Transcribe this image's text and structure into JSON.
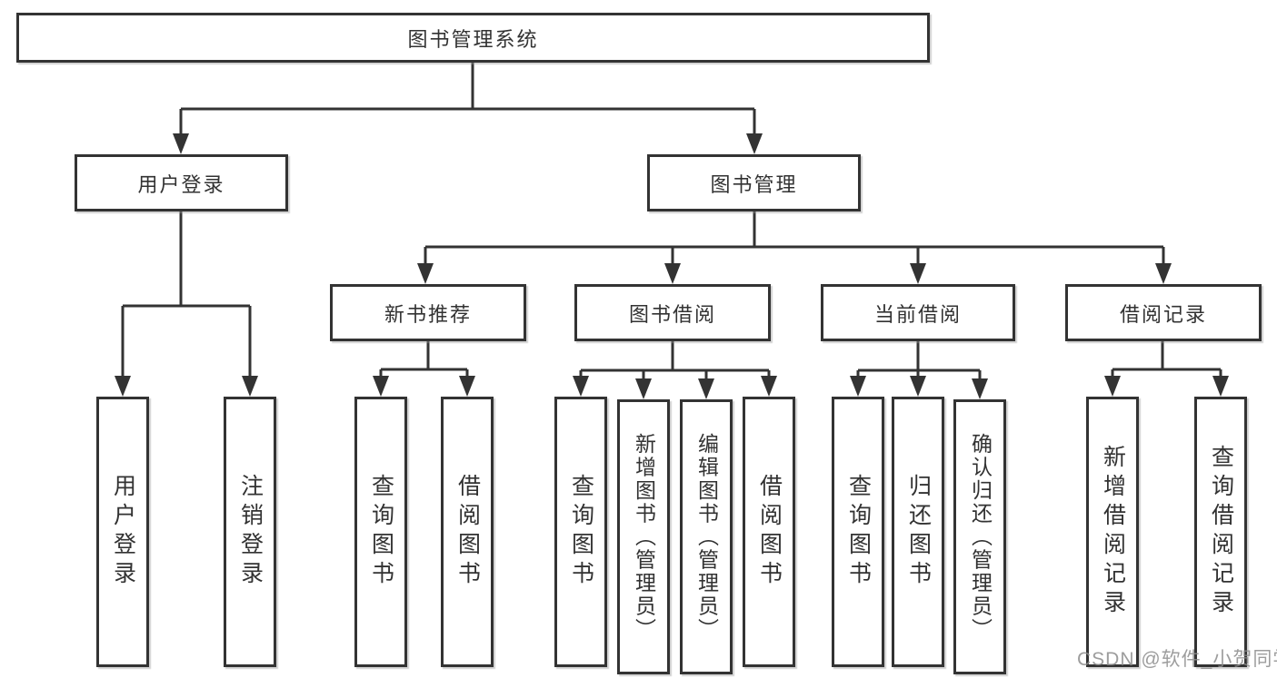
{
  "diagram": {
    "root": "图书管理系统",
    "level1": {
      "user_login": "用户登录",
      "book_management": "图书管理"
    },
    "level2": {
      "new_book_recommendation": "新书推荐",
      "book_borrowing": "图书借阅",
      "current_borrowing": "当前借阅",
      "borrowing_records": "借阅记录"
    },
    "leaves": {
      "user_login": "用户登录",
      "logout": "注销登录",
      "nb_query_books": "查询图书",
      "nb_borrow_books": "借阅图书",
      "bb_query_books": "查询图书",
      "bb_add_books_admin": "新增图书（管理员）",
      "bb_edit_books_admin": "编辑图书（管理员）",
      "bb_borrow_books": "借阅图书",
      "cb_query_books": "查询图书",
      "cb_return_books": "归还图书",
      "cb_confirm_return_admin": "确认归还（管理员）",
      "br_add_record": "新增借阅记录",
      "br_query_record": "查询借阅记录"
    }
  },
  "watermark": "CSDN @软件_小贺同学",
  "colors": {
    "line": "#333333",
    "box_border": "#333333",
    "text": "#323232",
    "background": "#ffffff",
    "watermark": "#8c8c8c"
  }
}
